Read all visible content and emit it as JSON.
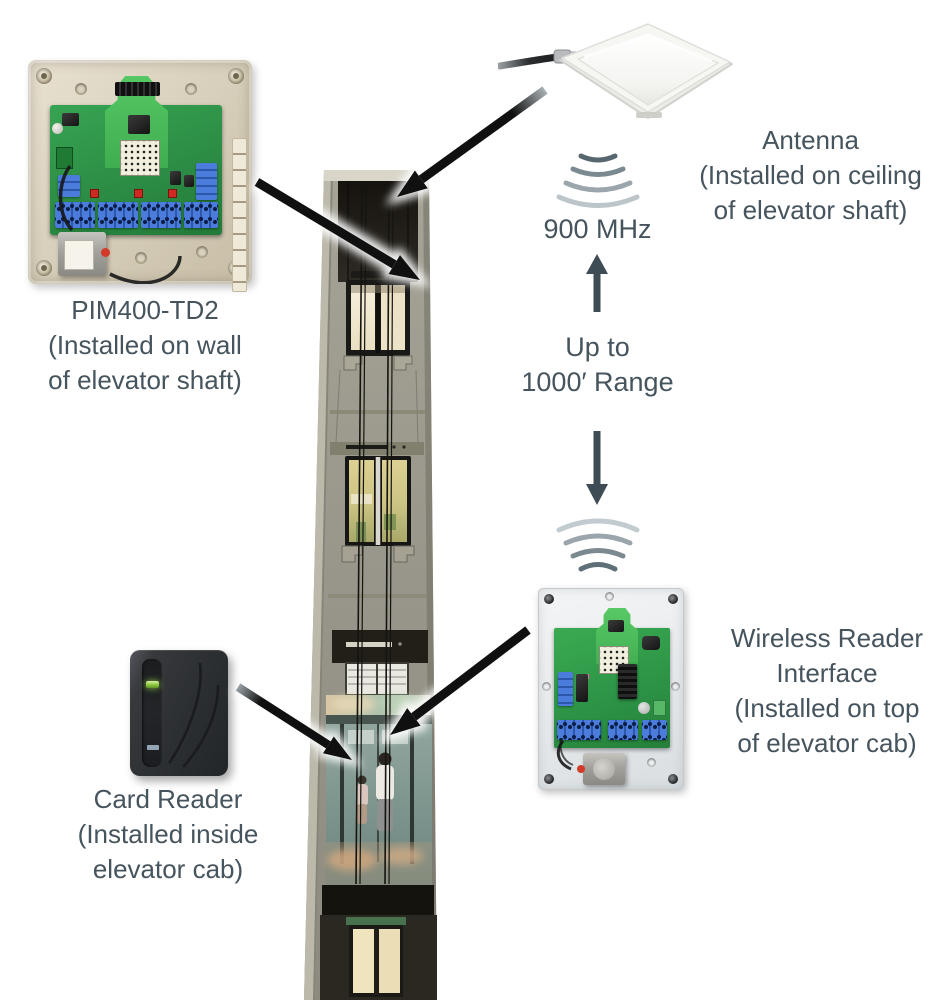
{
  "figure": {
    "background": "#FFFFFF",
    "text_color": "#46545D",
    "pointer_arrow_color": "#101010",
    "range_arrow_color": "#3E4C55",
    "pcb_green": "#2F9E49",
    "enclosure_beige": "#D9D1BD",
    "enclosure_gray": "#E7EAEC"
  },
  "devices": {
    "pim400": {
      "label_lines": [
        "PIM400-TD2",
        "(Installed on wall",
        "of elevator shaft)"
      ]
    },
    "antenna": {
      "label_lines": [
        "Antenna",
        "(Installed on ceiling",
        "of elevator shaft)"
      ]
    },
    "wireless_reader_interface": {
      "label_lines": [
        "Wireless Reader",
        "Interface",
        "(Installed on top",
        "of elevator cab)"
      ]
    },
    "card_reader": {
      "label_lines": [
        "Card Reader",
        "(Installed inside",
        "elevator cab)"
      ]
    }
  },
  "rf_link": {
    "frequency_label": "900 MHz",
    "range_lines": [
      "Up to",
      "1000′ Range"
    ]
  }
}
